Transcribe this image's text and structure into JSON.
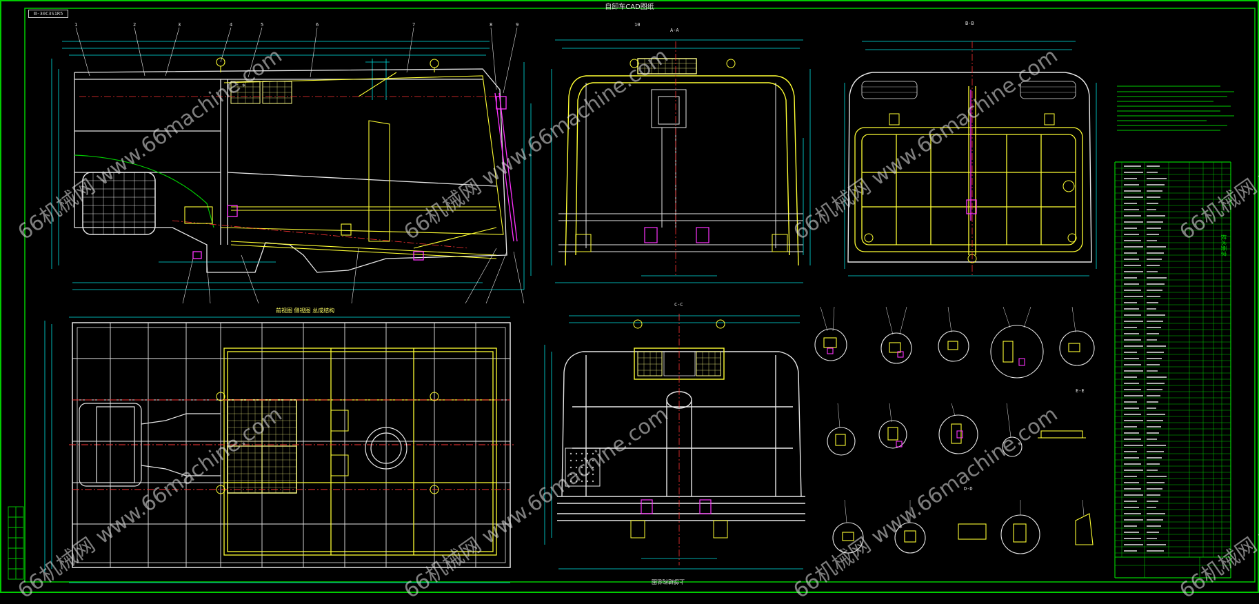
{
  "drawing": {
    "title": "自卸车CAD图纸",
    "tag": "Ⅲ-30C3S1R5",
    "bottom_caption": "上部结构总图",
    "left_caption": "前视图 侧视图 总成结构",
    "rotated_side_text": "技术要求",
    "colors": {
      "frame": "#00cc00",
      "outline": "#e8e8e8",
      "body": "#ffff33",
      "dimension": "#00e5e5",
      "center": "#ff3333",
      "part": "#ff33ff",
      "mesh": "#ffff88"
    }
  },
  "watermarks": [
    {
      "text": "66机械网 www.66machine.com"
    },
    {
      "text": "66机械网 www.66machine.com"
    },
    {
      "text": "66机械网 www.66machine.com"
    },
    {
      "text": "66机械网 www.66machine.com"
    },
    {
      "text": "66机械网 www.66machine.com"
    },
    {
      "text": "66机械网 www.66machine.com"
    },
    {
      "text": "66机械网 www.66machine.com"
    },
    {
      "text": "66机械网 www.66machine.com"
    }
  ],
  "section_marks": [
    "A-A",
    "B-B",
    "C-C",
    "D-D",
    "E-E"
  ],
  "detail_labels": [
    "1",
    "2",
    "3",
    "4",
    "5",
    "6",
    "7",
    "8",
    "9",
    "10"
  ]
}
